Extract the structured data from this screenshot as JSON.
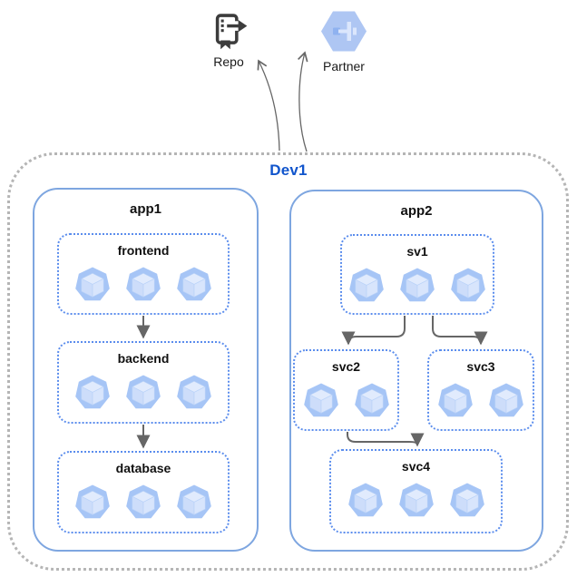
{
  "diagram": {
    "external_nodes": {
      "repo": {
        "label": "Repo",
        "icon": "source-repo-icon"
      },
      "partner": {
        "label": "Partner",
        "icon": "partner-hexagon-icon"
      }
    },
    "environment": {
      "label": "Dev1",
      "apps": [
        {
          "label": "app1",
          "services": [
            {
              "label": "frontend",
              "pods": 3
            },
            {
              "label": "backend",
              "pods": 3
            },
            {
              "label": "database",
              "pods": 3
            }
          ]
        },
        {
          "label": "app2",
          "services": [
            {
              "label": "sv1",
              "pods": 3
            },
            {
              "label": "svc2",
              "pods": 2
            },
            {
              "label": "svc3",
              "pods": 2
            },
            {
              "label": "svc4",
              "pods": 3
            }
          ]
        }
      ]
    },
    "edges": [
      {
        "from": "frontend",
        "to": "backend"
      },
      {
        "from": "backend",
        "to": "database"
      },
      {
        "from": "sv1",
        "to": "svc2"
      },
      {
        "from": "sv1",
        "to": "svc3"
      },
      {
        "from": "svc2",
        "to": "svc4"
      },
      {
        "from": "Dev1",
        "to": "Repo"
      },
      {
        "from": "Dev1",
        "to": "Partner"
      }
    ],
    "colors": {
      "env_border": "#b5b5b5",
      "env_label": "#1155cc",
      "app_border": "#7ea6e0",
      "service_border": "#5b8ded",
      "arrow": "#666666",
      "pod_heptagon": "#a6c5f6",
      "repo_icon": "#3c3c3c",
      "partner_hexagon": "#aec6f3"
    }
  }
}
